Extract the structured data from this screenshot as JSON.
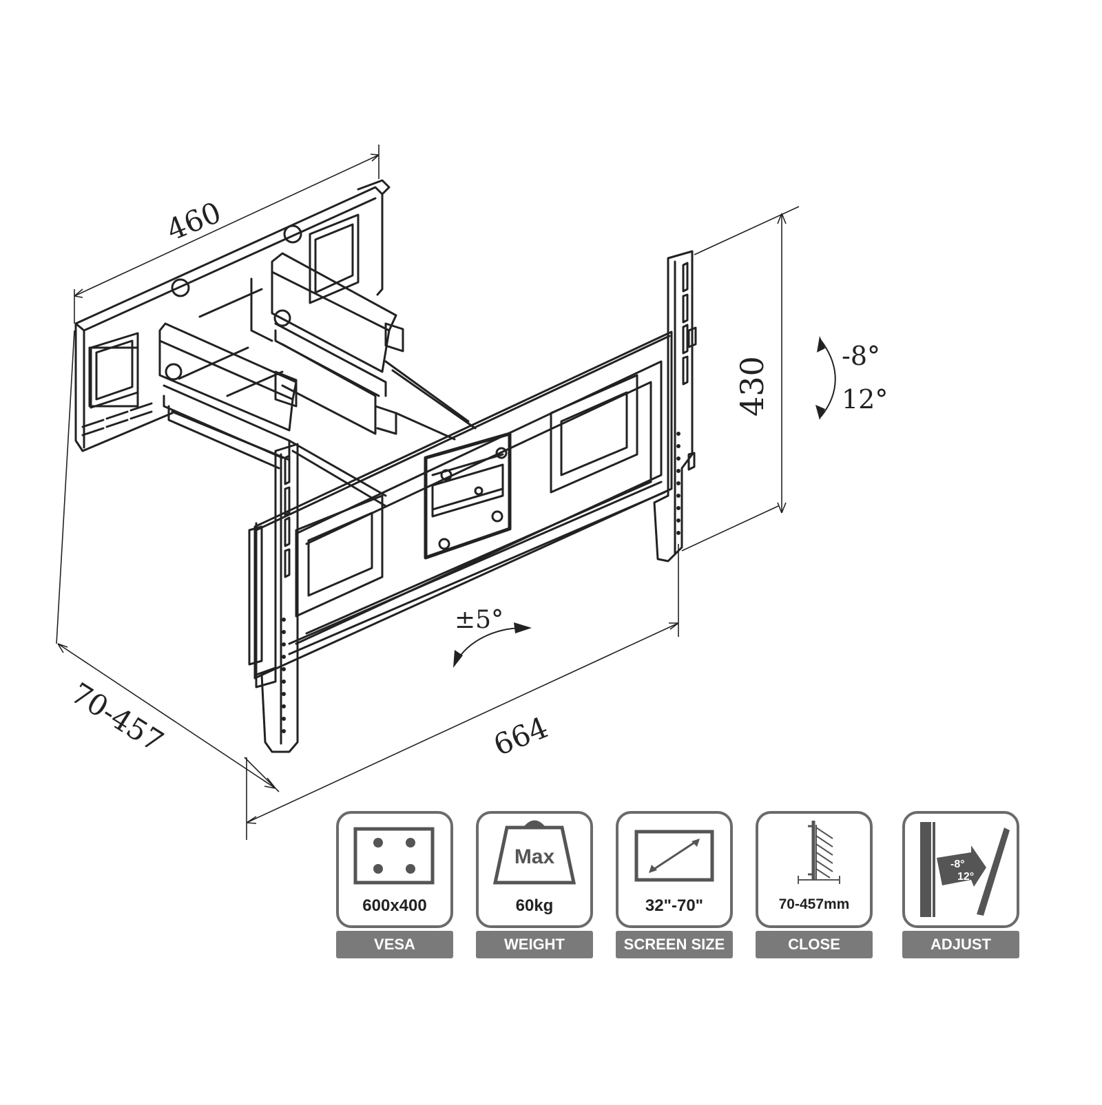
{
  "dimensions": {
    "width_top": "460",
    "height": "430",
    "depth": "70-457",
    "width_bottom": "664",
    "tilt_up": "-8°",
    "tilt_down": "12°",
    "swivel": "±5°"
  },
  "specs": [
    {
      "label": "VESA",
      "value": "600x400",
      "icon": "vesa-icon"
    },
    {
      "label": "WEIGHT",
      "value": "60kg",
      "icon": "weight-icon",
      "inner": "Max"
    },
    {
      "label": "SCREEN SIZE",
      "value": "32\"-70\"",
      "icon": "screen-size-icon"
    },
    {
      "label": "CLOSE",
      "value": "70-457mm",
      "icon": "wall-distance-icon"
    },
    {
      "label": "ADJUST",
      "value": "",
      "icon": "tilt-adjust-icon",
      "inner_top": "-8°",
      "inner_bottom": "12°"
    }
  ],
  "colors": {
    "line": "#222222",
    "label_bg": "#7a7a7a",
    "card_border": "#6b6b6b"
  }
}
